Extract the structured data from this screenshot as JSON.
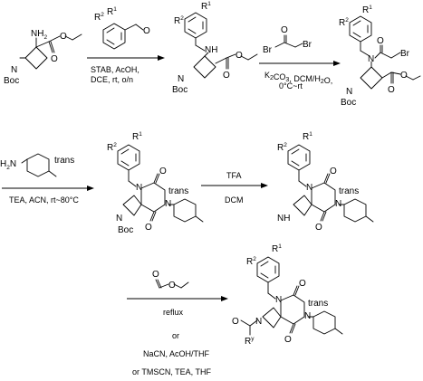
{
  "atoms": {
    "nh2": "NH",
    "two": "2",
    "o": "O",
    "n": "N",
    "nh": "NH",
    "boc": "Boc",
    "br": "Br",
    "r1_r": "R",
    "r1_n": "1",
    "r2_r": "R",
    "r2_n": "2",
    "ry_r": "R",
    "ry_n": "y",
    "trans": "trans",
    "h2n": "H",
    "h2n_2": "2",
    "h2n_n": "N"
  },
  "steps": [
    {
      "id": "step1",
      "above": "",
      "below_lines": [
        "STAB, AcOH,",
        "DCE, rt, o/n"
      ]
    },
    {
      "id": "step2",
      "above": "",
      "below_lines": [
        "K2CO3, DCM/H2O,",
        "0°C~rt"
      ]
    },
    {
      "id": "step3",
      "above": "",
      "below_lines": [
        "TEA, ACN, rt~80°C"
      ]
    },
    {
      "id": "step4",
      "above": "TFA",
      "below_lines": [
        "DCM"
      ]
    },
    {
      "id": "step5",
      "above": "",
      "below_lines": [
        "reflux"
      ]
    }
  ],
  "alternatives": [
    "or",
    "NaCN, AcOH/THF",
    "or",
    "or TMSCN, TEA, THF"
  ]
}
